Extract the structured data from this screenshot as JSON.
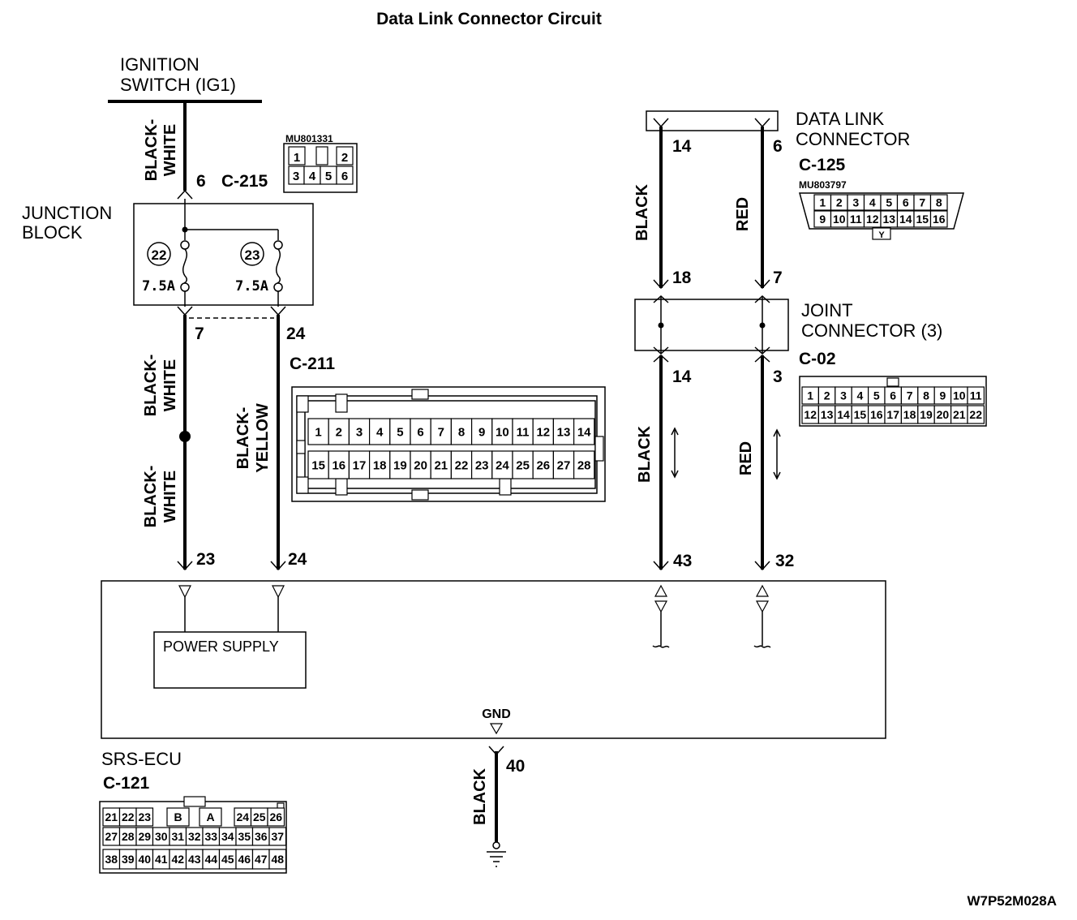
{
  "title": "Data Link Connector Circuit",
  "figure_id": "W7P52M028A",
  "ignition": {
    "line1": "IGNITION",
    "line2": "SWITCH (IG1)"
  },
  "junction_block": {
    "line1": "JUNCTION",
    "line2": "BLOCK",
    "fuse_a": {
      "num": "22",
      "rating": "7.5A"
    },
    "fuse_b": {
      "num": "23",
      "rating": "7.5A"
    }
  },
  "c215": {
    "pin": "6",
    "label": "C-215",
    "part": "MU801331",
    "pins_top": [
      "1",
      "2"
    ],
    "pins_bottom": [
      "3",
      "4",
      "5",
      "6"
    ]
  },
  "c211": {
    "label": "C-211",
    "pin_left": "7",
    "pin_right": "24",
    "row1": [
      "1",
      "2",
      "3",
      "4",
      "5",
      "6",
      "7",
      "8",
      "9",
      "10",
      "11",
      "12",
      "13",
      "14"
    ],
    "row2": [
      "15",
      "16",
      "17",
      "18",
      "19",
      "20",
      "21",
      "22",
      "23",
      "24",
      "25",
      "26",
      "27",
      "28"
    ]
  },
  "wires": {
    "bw_top": [
      "BLACK-",
      "WHITE"
    ],
    "bw_mid": [
      "BLACK-",
      "WHITE"
    ],
    "bw_low": [
      "BLACK-",
      "WHITE"
    ],
    "by": [
      "BLACK-",
      "YELLOW"
    ],
    "black_top": "BLACK",
    "red_top": "RED",
    "black_low": "BLACK",
    "red_low": "RED",
    "gnd_wire": "BLACK"
  },
  "dlc": {
    "line1": "DATA LINK",
    "line2": "CONNECTOR",
    "label": "C-125",
    "part": "MU803797",
    "pin_left": "14",
    "pin_right": "6",
    "row1": [
      "1",
      "2",
      "3",
      "4",
      "5",
      "6",
      "7",
      "8"
    ],
    "row2": [
      "9",
      "10",
      "11",
      "12",
      "13",
      "14",
      "15",
      "16"
    ],
    "key": "Y"
  },
  "joint": {
    "line1": "JOINT",
    "line2": "CONNECTOR (3)",
    "label": "C-02",
    "pin_top_left": "18",
    "pin_top_right": "7",
    "pin_bottom_left": "14",
    "pin_bottom_right": "3",
    "row1": [
      "1",
      "2",
      "3",
      "4",
      "5",
      "6",
      "7",
      "8",
      "9",
      "10",
      "11"
    ],
    "row2": [
      "12",
      "13",
      "14",
      "15",
      "16",
      "17",
      "18",
      "19",
      "20",
      "21",
      "22"
    ]
  },
  "ecu": {
    "name": "SRS-ECU",
    "label": "C-121",
    "power_supply": "POWER SUPPLY",
    "gnd": "GND",
    "pins": {
      "p23": "23",
      "p24": "24",
      "p43": "43",
      "p32": "32",
      "p40": "40"
    },
    "row1_left": [
      "21",
      "22",
      "23"
    ],
    "row1_mid": [
      "B",
      "A"
    ],
    "row1_right": [
      "24",
      "25",
      "26"
    ],
    "row2": [
      "27",
      "28",
      "29",
      "30",
      "31",
      "32",
      "33",
      "34",
      "35",
      "36",
      "37"
    ],
    "row3": [
      "38",
      "39",
      "40",
      "41",
      "42",
      "43",
      "44",
      "45",
      "46",
      "47",
      "48"
    ]
  }
}
